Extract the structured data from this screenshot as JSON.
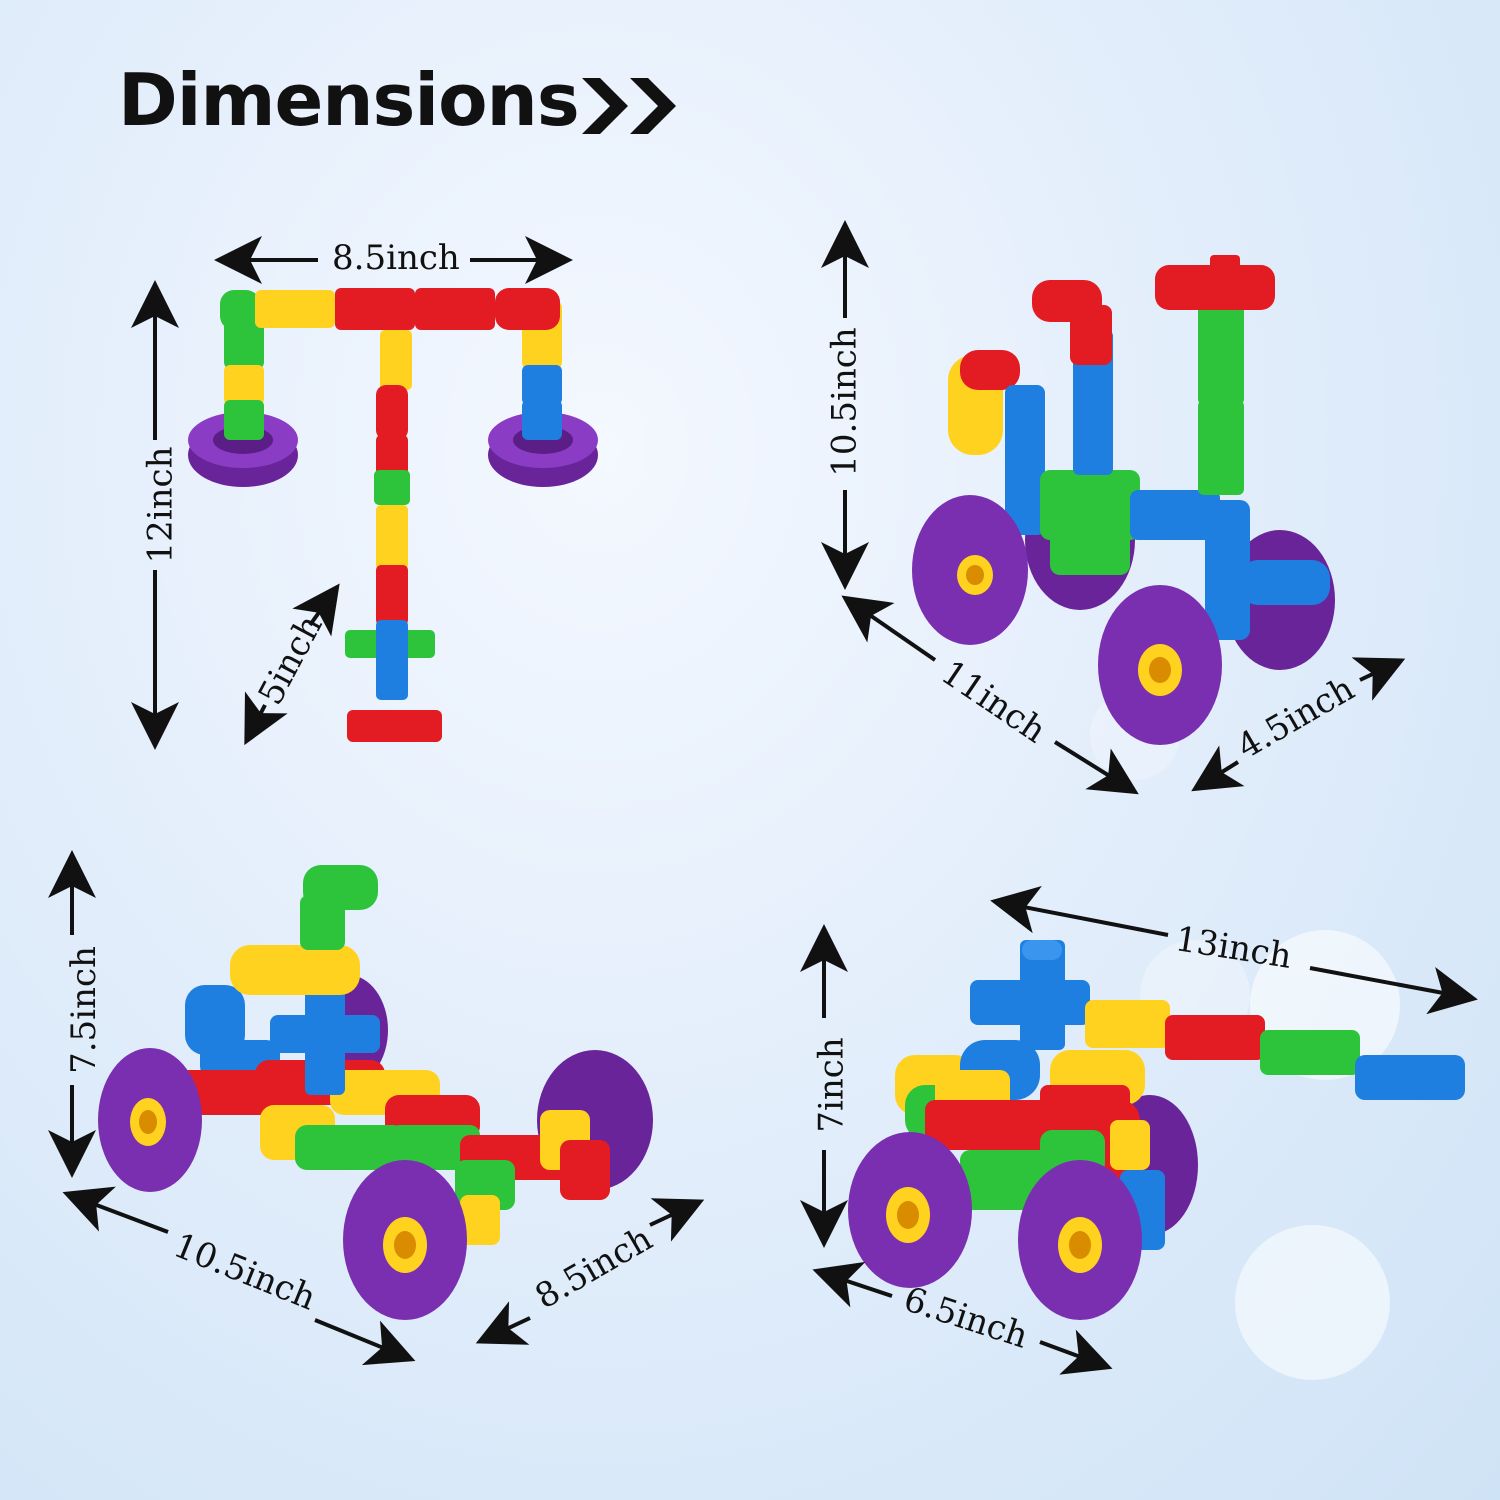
{
  "title": "Dimensions",
  "models": {
    "plane": {
      "width": "8.5inch",
      "height": "12inch",
      "tail": "5inch"
    },
    "bike": {
      "height": "10.5inch",
      "length": "11inch",
      "depth": "4.5inch"
    },
    "car": {
      "height": "7.5inch",
      "length": "10.5inch",
      "width": "8.5inch"
    },
    "tank": {
      "height": "7inch",
      "gun_length": "13inch",
      "width": "6.5inch"
    }
  },
  "colors": {
    "red": "#e31b23",
    "yellow": "#ffd21f",
    "green": "#2dc43c",
    "blue": "#1f7fe0",
    "wheel": "#7a2fb0",
    "hub": "#ffd21f"
  }
}
